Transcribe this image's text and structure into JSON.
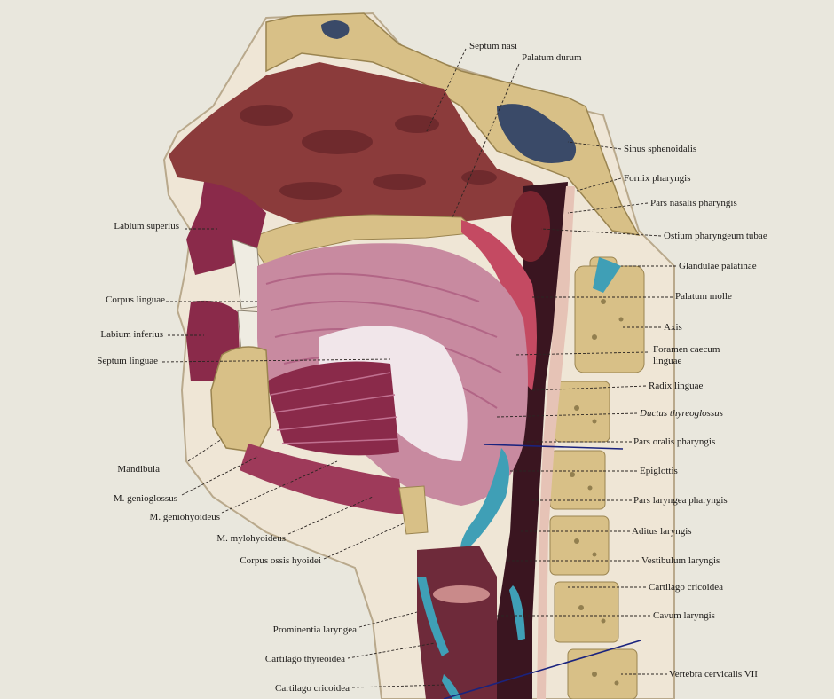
{
  "colors": {
    "paper": "#e9e7dd",
    "bone": "#d8c087",
    "marrow": "#5a4a22",
    "muscle": "#8a2a4a",
    "muscle_light": "#c88aa0",
    "cartilage_blue": "#3f9fb6",
    "cavity_dark": "#3a1520",
    "sinus": "#3a4a68",
    "guide_line": "#1a237e"
  },
  "labels_top": [
    {
      "id": "septum-nasi",
      "text": "Septum nasi"
    },
    {
      "id": "palatum-durum",
      "text": "Palatum durum"
    }
  ],
  "labels_left": [
    {
      "id": "labium-superius",
      "text": "Labium superius"
    },
    {
      "id": "corpus-linguae",
      "text": "Corpus linguae"
    },
    {
      "id": "labium-inferius",
      "text": "Labium inferius"
    },
    {
      "id": "septum-linguae",
      "text": "Septum linguae"
    },
    {
      "id": "mandibula",
      "text": "Mandibula"
    },
    {
      "id": "m-genioglossus",
      "text": "M. genioglossus"
    },
    {
      "id": "m-geniohyoideus",
      "text": "M. geniohyoideus"
    },
    {
      "id": "m-mylohyoideus",
      "text": "M. mylohyoideus"
    },
    {
      "id": "corpus-ossis-hyoidei",
      "text": "Corpus ossis hyoidei"
    },
    {
      "id": "prominentia-laryngea",
      "text": "Prominentia laryngea"
    },
    {
      "id": "cartilago-thyreoidea",
      "text": "Cartilago thyreoidea"
    },
    {
      "id": "cartilago-cricoidea-left",
      "text": "Cartilago cricoidea"
    }
  ],
  "labels_right": [
    {
      "id": "sinus-sphenoidalis",
      "text": "Sinus sphenoidalis"
    },
    {
      "id": "fornix-pharyngis",
      "text": "Fornix pharyngis"
    },
    {
      "id": "pars-nasalis-pharyngis",
      "text": "Pars nasalis pharyngis"
    },
    {
      "id": "ostium-pharyngeum-tubae",
      "text": "Ostium pharyngeum tubae"
    },
    {
      "id": "glandulae-palatinae",
      "text": "Glandulae palatinae"
    },
    {
      "id": "palatum-molle",
      "text": "Palatum molle"
    },
    {
      "id": "axis",
      "text": "Axis"
    },
    {
      "id": "foramen-caecum-linguae",
      "text": "Foramen caecum\nlinguae"
    },
    {
      "id": "radix-linguae",
      "text": "Radix linguae"
    },
    {
      "id": "ductus-thyreoglossus",
      "text": "Ductus thyreoglossus"
    },
    {
      "id": "pars-oralis-pharyngis",
      "text": "Pars oralis pharyngis"
    },
    {
      "id": "epiglottis",
      "text": "Epiglottis"
    },
    {
      "id": "pars-laryngea-pharyngis",
      "text": "Pars laryngea pharyngis"
    },
    {
      "id": "aditus-laryngis",
      "text": "Aditus laryngis"
    },
    {
      "id": "vestibulum-laryngis",
      "text": "Vestibulum laryngis"
    },
    {
      "id": "cartilago-cricoidea-right",
      "text": "Cartilago cricoidea"
    },
    {
      "id": "cavum-laryngis",
      "text": "Cavum laryngis"
    },
    {
      "id": "vertebra-cervicalis-vii",
      "text": "Vertebra cervicalis VII"
    }
  ]
}
